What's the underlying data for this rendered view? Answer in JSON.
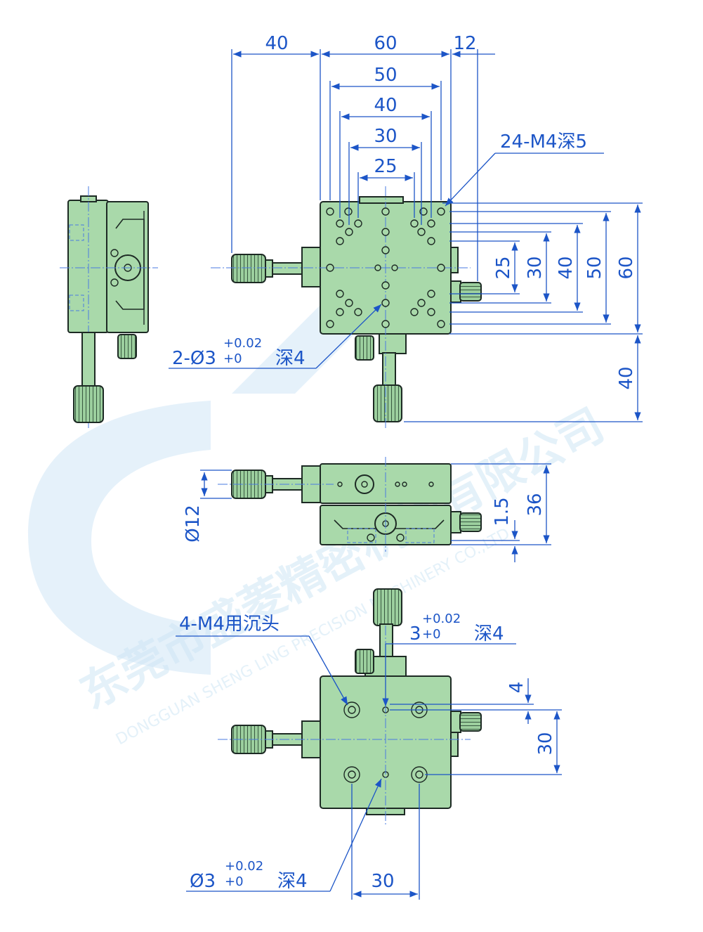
{
  "colors": {
    "part_fill": "#a9d9aa",
    "outline": "#1d2a24",
    "dimension": "#1c55c7",
    "watermark": "#cfe6f5"
  },
  "watermark": {
    "chinese": "东莞市盛菱精密机械有限公司",
    "english": "DONGGUAN SHENG LING PRECISION MACHINERY CO.,LTD."
  },
  "top_view": {
    "dims_top": [
      "40",
      "60",
      "12"
    ],
    "dims_nested": [
      "50",
      "40",
      "30",
      "25"
    ],
    "dims_right": [
      "25",
      "30",
      "40",
      "50",
      "60"
    ],
    "dim_right_lower": "40",
    "callout_thread": "24-M4深5",
    "callout_pin_prefix": "2-Ø3",
    "callout_pin_tol_upper": "+0.02",
    "callout_pin_tol_lower": "+0",
    "callout_pin_depth": "深4"
  },
  "front_view": {
    "dim_diameter": "Ø12",
    "dim_gap": "1.5",
    "dim_height": "36"
  },
  "bottom_view": {
    "callout_counterbore": "4-M4用沉头",
    "callout_pin_a_prefix": "3",
    "callout_pin_a_tol_upper": "+0.02",
    "callout_pin_a_tol_lower": "+0",
    "callout_pin_a_depth": "深4",
    "dim_small": "4",
    "dim_vertical": "30",
    "callout_pin_b_prefix": "Ø3",
    "callout_pin_b_tol_upper": "+0.02",
    "callout_pin_b_tol_lower": "+0",
    "callout_pin_b_depth": "深4",
    "dim_bottom": "30"
  }
}
